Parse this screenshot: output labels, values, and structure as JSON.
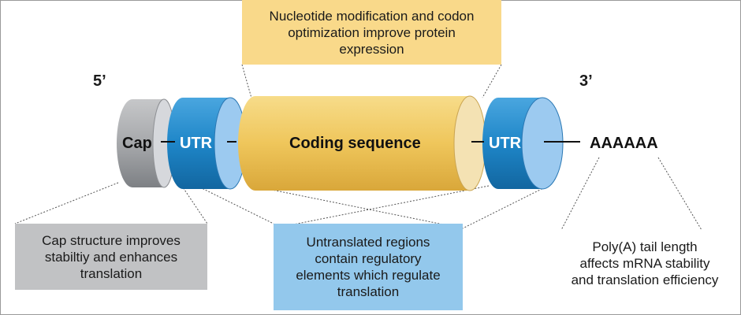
{
  "top_box": {
    "text": "Nucleotide modification and codon\noptimization improve protein\nexpression",
    "color": "#f9d98a"
  },
  "end_labels": {
    "five_prime": "5’",
    "three_prime": "3’"
  },
  "segments": {
    "cap": "Cap",
    "utr_left": "UTR",
    "coding": "Coding sequence",
    "utr_right": "UTR",
    "polya": "AAAAAA"
  },
  "colors": {
    "cap_gray": "#a8aaad",
    "utr_blue": "#1c86c8",
    "utr_light": "#9ccaf0",
    "coding_gold": "#efc65b",
    "coding_end": "#f4e2b3"
  },
  "cap_box": {
    "text": "Cap structure improves\nstabiltiy and enhances\ntranslation",
    "color": "#c1c2c4"
  },
  "utr_box": {
    "text": "Untranslated regions\ncontain regulatory\nelements which regulate\ntranslation",
    "color": "#93c8ec"
  },
  "poly_box": {
    "text": "Poly(A) tail length\naffects mRNA stability\nand translation efficiency"
  }
}
